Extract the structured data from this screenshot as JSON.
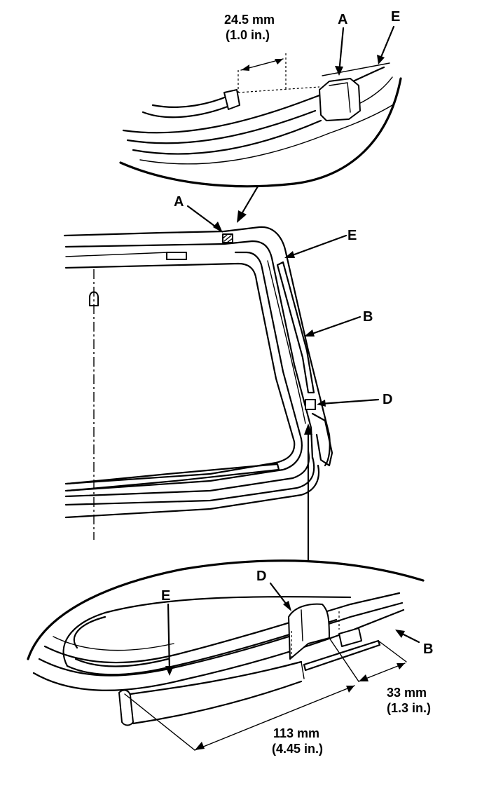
{
  "callouts": {
    "a_top": "A",
    "e_top": "E",
    "a_mid": "A",
    "e_mid": "E",
    "b_mid": "B",
    "d_mid": "D",
    "d_bottom": "D",
    "e_bottom": "E",
    "b_bottom": "B"
  },
  "dimensions": {
    "top_mm": "24.5 mm",
    "top_in": "(1.0 in.)",
    "short_mm": "33 mm",
    "short_in": "(1.3 in.)",
    "long_mm": "113 mm",
    "long_in": "(4.45 in.)"
  }
}
